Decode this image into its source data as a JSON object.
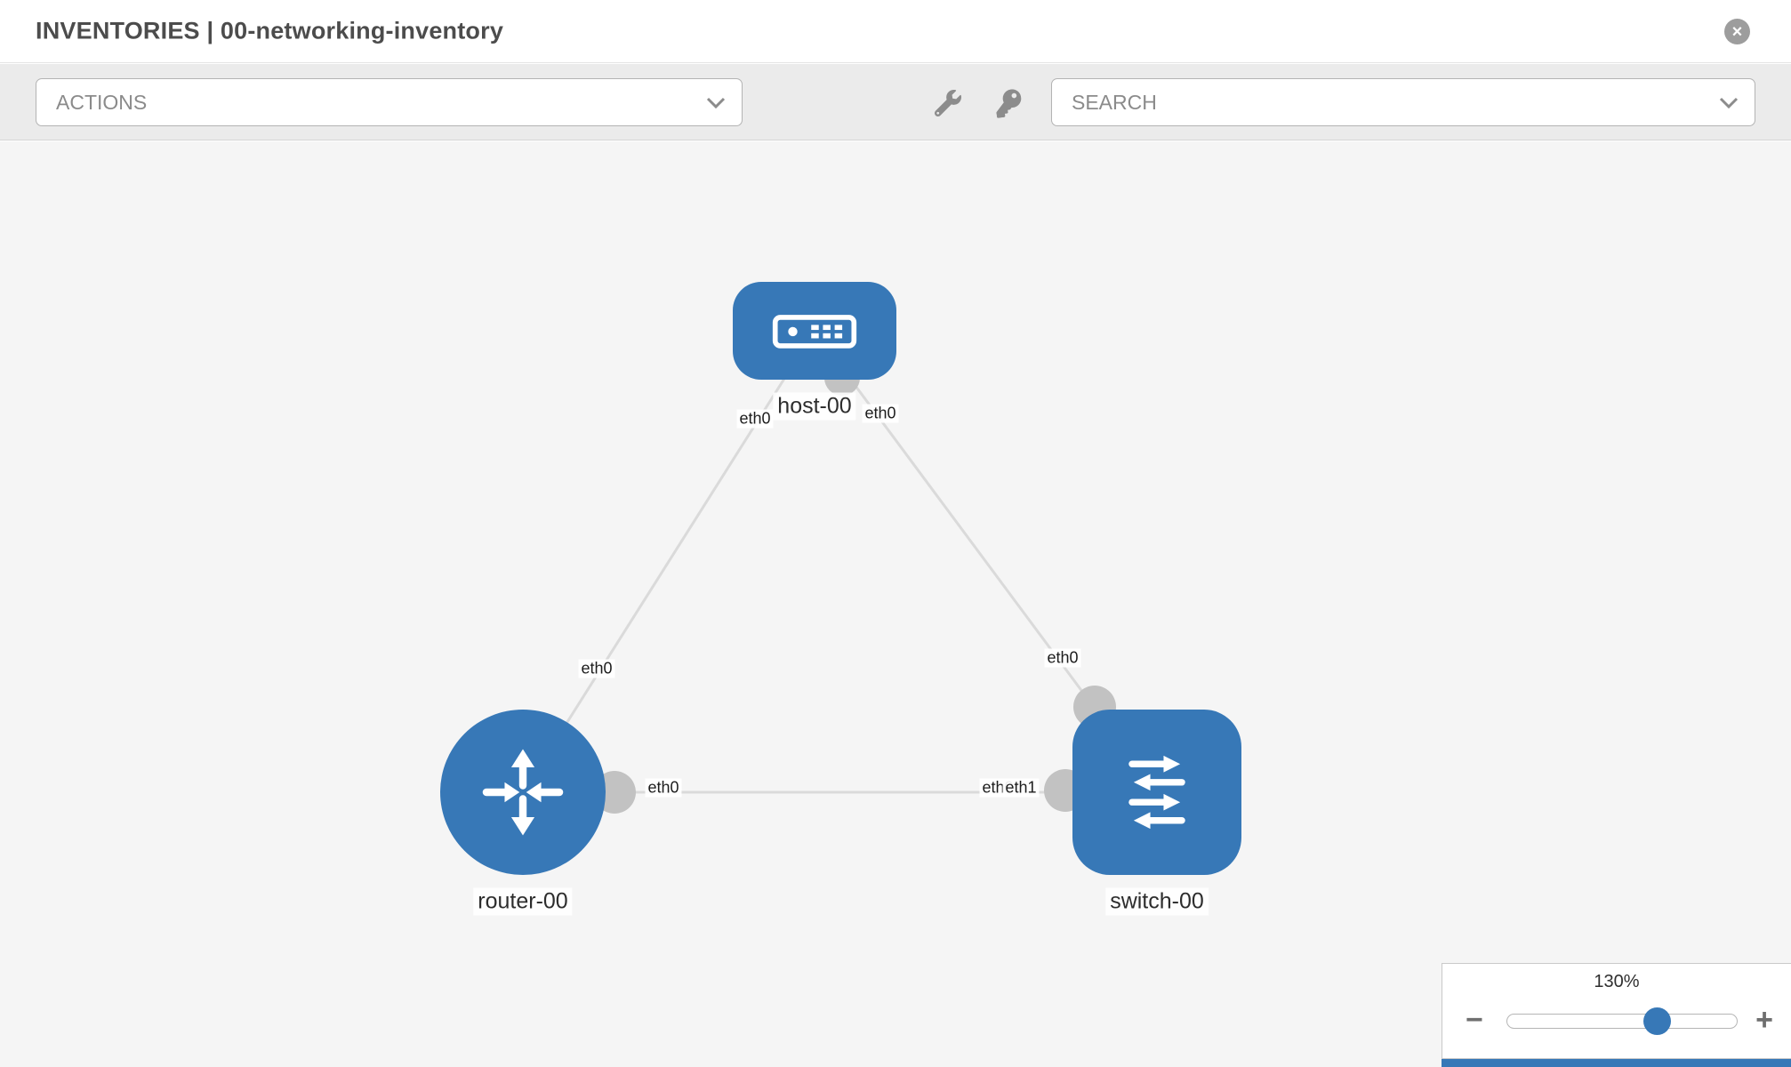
{
  "header": {
    "title": "INVENTORIES | 00-networking-inventory",
    "close_glyph": "×"
  },
  "toolbar": {
    "actions_label": "ACTIONS",
    "search_label": "SEARCH"
  },
  "topology": {
    "nodes": [
      {
        "id": "host-00",
        "type": "host",
        "label": "host-00"
      },
      {
        "id": "router-00",
        "type": "router",
        "label": "router-00"
      },
      {
        "id": "switch-00",
        "type": "switch",
        "label": "switch-00"
      }
    ],
    "links": [
      {
        "from": "host-00",
        "to": "router-00",
        "from_iface": "eth0",
        "to_iface": "eth0"
      },
      {
        "from": "host-00",
        "to": "switch-00",
        "from_iface": "eth0",
        "to_iface": "eth0"
      },
      {
        "from": "router-00",
        "to": "switch-00",
        "from_iface": "eth0",
        "to_iface": "eth1"
      }
    ],
    "overlapped_iface_label": "eth0"
  },
  "zoom": {
    "level": "130%",
    "minus_label": "−",
    "plus_label": "+"
  }
}
